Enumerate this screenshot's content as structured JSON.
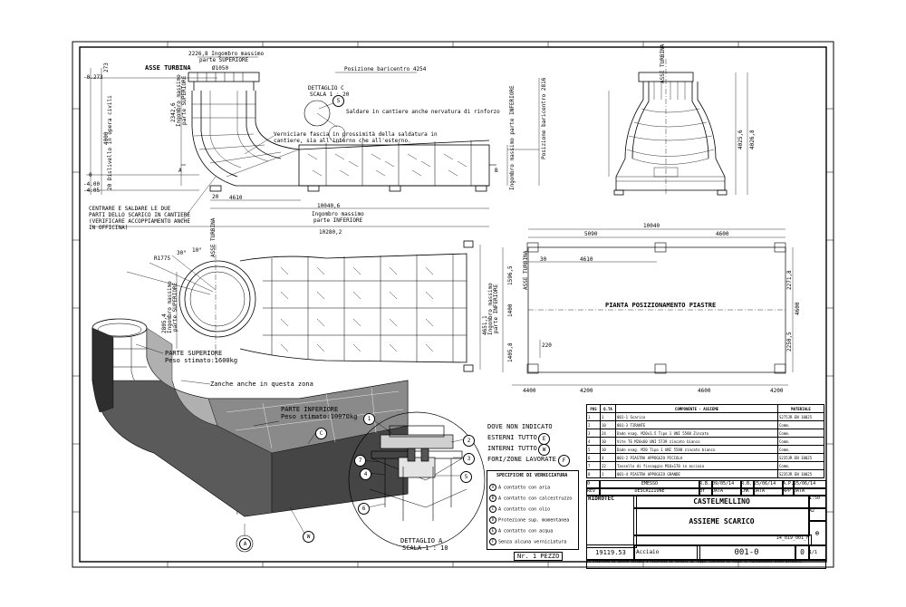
{
  "views": {
    "side": {
      "asse_turbina": "ASSE TURBINA",
      "ingombro_sup": "2226,8 Ingombro massimo",
      "ingombro_sup2": "parte SUPERIORE",
      "diam": "Ø1050",
      "baricentro": "Posizione baricentro 4254",
      "dettaglio_c": "DETTAGLIO C",
      "scala_c": "SCALA 1 : 20",
      "note_saldare": "Saldare in cantiere anche nervatura di rinforzo",
      "note_verniciare1": "Verniciare fascia in prossimità della saldatura in",
      "note_verniciare2": "cantiere, sia all'interno che all'esterno.",
      "note_centrare1": "CENTRARE E SALDARE LE DUE",
      "note_centrare2": "PARTI DELLO SCARICO IN CANTIERE",
      "note_centrare3": "(VERIFICARE ACCOPPIAMENTO ANCHE",
      "note_centrare4": "IN OFFICINA)",
      "dim_10040": "10040,6",
      "ingombro_inf": "Ingombro massimo",
      "ingombro_inf2": "parte INFERIORE",
      "dim_10280": "10280,2",
      "dim_4610": "4610",
      "dim_20": "20",
      "lev_0273": "-0.273",
      "lev_0": "0",
      "lev_4": "-4.00",
      "lev_405": "-4.05",
      "dim_273": "273",
      "dim_4000": "4000",
      "dim_2342": "2342,6",
      "dim_ingombro_v": "Ingombro massimo",
      "dim_ingombro_v2": "parte SUPERIORE",
      "dim_ingombro_v3": "Ingombro massimo parte INFERIORE",
      "vert_baricentro": "Posizione baricentro 2816",
      "fin_livello": "20 Dislivello in opera civili",
      "sect_a": "A",
      "sect_b": "B"
    },
    "front": {
      "asse": "ASSE TURBINA",
      "dim_4025": "4025,6",
      "dim_4026": "4026,8"
    },
    "top": {
      "asse": "ASSE TURBINA",
      "dim_ingombro": "Ingombro massimo",
      "dim_ingombro2": "parte SUPERIORE",
      "dim_2805": "2805,4",
      "dim_4651": "4651,1",
      "dim_ingombro3": "Ingombro massimo",
      "dim_ingombro4": "parte INFERIORE",
      "r1775": "R1775",
      "ang30": "30°",
      "ang10": "10°"
    },
    "plan": {
      "title": "PIANTA POSIZIONAMENTO PIASTRE",
      "dim_10040": "10040",
      "dim_5090": "5090",
      "dim_4600": "4600",
      "dim_4610": "4610",
      "dim_30": "30",
      "dim_220": "220",
      "dim_1596": "1596,5",
      "dim_1400": "1400",
      "dim_1405": "1405,8",
      "dim_2271": "2271,8",
      "dim_4600v": "4600",
      "dim_2250": "2250,5",
      "bottom_dims": [
        "4400",
        "4200",
        "4600",
        "4200"
      ],
      "asse": "ASSE TURBINA"
    },
    "iso": {
      "parte_sup": "PARTE SUPERIORE",
      "peso_sup": "Peso stimato:1600kg",
      "zanche": "Zanche anche in questa zona",
      "parte_inf": "PARTE INFERIORE",
      "peso_inf": "Peso stimato:10070kg",
      "callout_c": "C",
      "callout_a": "A",
      "callout_w": "W"
    },
    "detail_a": {
      "title": "DETTAGLIO A",
      "scale": "SCALA 1 : 10",
      "callouts": [
        "1",
        "2",
        "3",
        "4",
        "5",
        "6",
        "7"
      ]
    }
  },
  "notes": {
    "dove": "DOVE NON INDICATO",
    "esterni": "ESTERNI TUTTO",
    "esterni_sym": "E",
    "interni": "INTERNI TUTTO",
    "interni_sym": "W",
    "fori": "FORI/ZONE LAVORATE",
    "fori_sym": "F"
  },
  "paint": {
    "title": "SPECIFICHE DI VERNICIATURA",
    "rows": [
      {
        "sym": "A",
        "text": "A contatto con aria"
      },
      {
        "sym": "B",
        "text": "A contatto con calcestruzzo"
      },
      {
        "sym": "C",
        "text": "A contatto con olio"
      },
      {
        "sym": "D",
        "text": "Protezione sup. momentanea"
      },
      {
        "sym": "E",
        "text": "A contatto con acqua"
      },
      {
        "sym": "F",
        "text": "Senza alcuna verniciatura"
      }
    ],
    "nr_label": "Nr. 1 PEZZO"
  },
  "bom": {
    "headers": [
      "POS",
      "Q.TA",
      "COMPONENTE - ASSIEME",
      "MATERIALE"
    ],
    "rows": [
      {
        "pos": "1",
        "qty": "1",
        "desc": "001-1 Scarico",
        "mat": "S275JR EN 10025"
      },
      {
        "pos": "2",
        "qty": "10",
        "desc": "001-3 TIRANTE",
        "mat": "Comm."
      },
      {
        "pos": "3",
        "qty": "24",
        "desc": "Dado esag. M20x1.5 Tipo 1 UNI 5588 Zincato",
        "mat": "Comm."
      },
      {
        "pos": "4",
        "qty": "10",
        "desc": "Vite TE M20x60 UNI 5739 zincato bianco",
        "mat": "Comm."
      },
      {
        "pos": "5",
        "qty": "10",
        "desc": "Dado esag. M20 Tipo 1 UNI 5588 zincato bianco",
        "mat": "Comm."
      },
      {
        "pos": "6",
        "qty": "4",
        "desc": "001-2 PIASTRA APPOGGIO PICCOLA",
        "mat": "S235JR EN 10025"
      },
      {
        "pos": "7",
        "qty": "22",
        "desc": "Tassello di fissaggio M16x170 in acciaio",
        "mat": "Comm."
      },
      {
        "pos": "8",
        "qty": "1",
        "desc": "001-4 PIASTRA APPOGGIO GRANDE",
        "mat": "S235JR EN 10025"
      }
    ]
  },
  "title_block": {
    "rev": "0",
    "emesso": "EMESSO",
    "rev_label": "REV",
    "descrizione": "DESCRIZIONE",
    "rb": "R.B.",
    "date1": "09/05/14",
    "by": "BY",
    "data": "DATA",
    "chk": "CHK",
    "date2": "25/06/14",
    "app": "APP",
    "date3": "25/06/14",
    "ar": "A.P.",
    "company": "HIDROTEC",
    "project": "CASTELMELLINO",
    "drawing_title": "ASSIEME SCARICO",
    "code": "19119.53",
    "material": "Acciaio",
    "drawing_no": "001-0",
    "rev_no": "0",
    "file": "14_019_001_F",
    "scale": "1:50",
    "format": "A2",
    "sheet": "1/1",
    "disclaimer": "La proprietà di questo disegno è riservata ai termini di legge. Hidrotec ne vieta la riproduzione anche parziale."
  }
}
